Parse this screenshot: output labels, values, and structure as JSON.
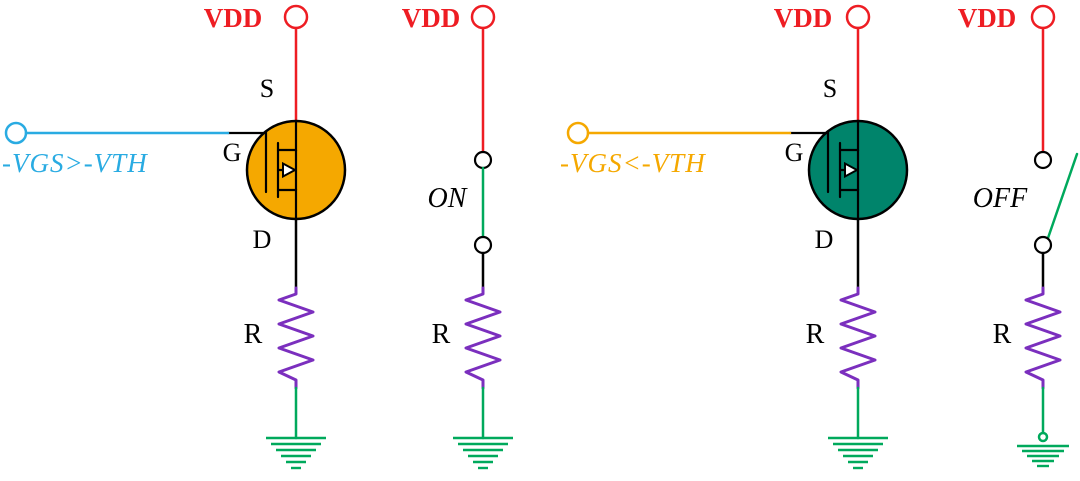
{
  "colors": {
    "red": "#EE1D23",
    "cyan": "#29ABE2",
    "gold": "#F5A800",
    "teal": "#00846B",
    "purple": "#7B2FBE",
    "green": "#00A95C",
    "black": "#000000"
  },
  "circuits": [
    {
      "vdd_label": "VDD",
      "source_label": "S",
      "gate_label": "G",
      "drain_label": "D",
      "resistor_label": "R",
      "gate_condition": "-VGS>-VTH"
    },
    {
      "vdd_label": "VDD",
      "state_label": "ON",
      "resistor_label": "R"
    },
    {
      "vdd_label": "VDD",
      "source_label": "S",
      "gate_label": "G",
      "drain_label": "D",
      "resistor_label": "R",
      "gate_condition": "-VGS<-VTH"
    },
    {
      "vdd_label": "VDD",
      "state_label": "OFF",
      "resistor_label": "R"
    }
  ]
}
